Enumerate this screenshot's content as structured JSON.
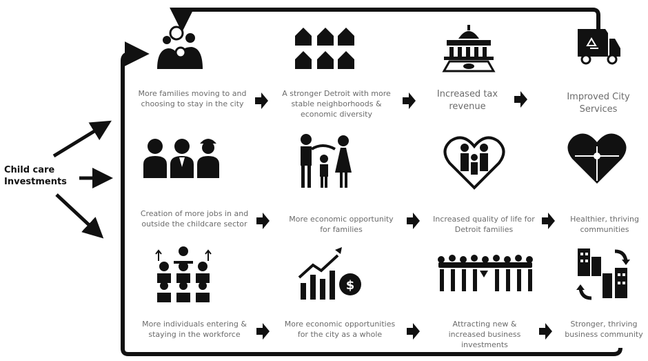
{
  "source": {
    "line1": "Child care",
    "line2": "Investments"
  },
  "rows": [
    {
      "items": [
        {
          "icon": "family-icon",
          "text": "More families moving to and choosing to stay in the city"
        },
        {
          "icon": "houses-icon",
          "text": "A stronger Detroit with more stable neighborhoods & economic diversity"
        },
        {
          "icon": "capitol-money-icon",
          "text": "Increased tax revenue"
        },
        {
          "icon": "recycling-truck-icon",
          "text": "Improved City Services"
        }
      ]
    },
    {
      "items": [
        {
          "icon": "workers-icon",
          "text": "Creation of more jobs in and outside the childcare sector"
        },
        {
          "icon": "family-group-icon",
          "text": "More economic opportunity for families"
        },
        {
          "icon": "heart-family-icon",
          "text": "Increased quality of life for Detroit families"
        },
        {
          "icon": "puzzle-heart-icon",
          "text": "Healthier, thriving communities"
        }
      ]
    },
    {
      "items": [
        {
          "icon": "workforce-hierarchy-icon",
          "text": "More individuals entering & staying in the workforce"
        },
        {
          "icon": "growth-chart-dollar-icon",
          "text": "More economic opportunities for the city as a whole"
        },
        {
          "icon": "business-team-icon",
          "text": "Attracting new & increased business investments"
        },
        {
          "icon": "buildings-cycle-icon",
          "text": "Stronger, thriving business community"
        }
      ]
    }
  ]
}
